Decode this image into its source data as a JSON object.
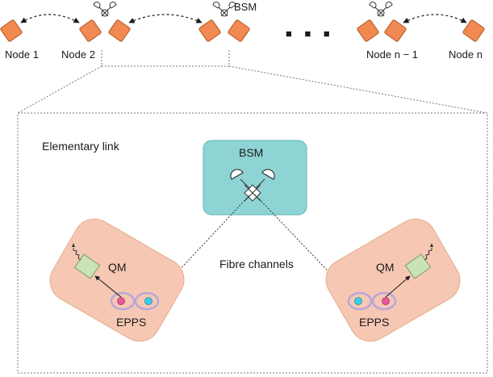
{
  "top_row": {
    "nodes": [
      "Node 1",
      "Node 2",
      "Node n − 1",
      "Node n"
    ],
    "bsm_label": "BSM",
    "ellipsis": "■ ■ ■"
  },
  "detail": {
    "title": "Elementary link",
    "bsm_label": "BSM",
    "fibre_label": "Fibre channels",
    "left_node": {
      "qm_label": "QM",
      "epps_label": "EPPS"
    },
    "right_node": {
      "qm_label": "QM",
      "epps_label": "EPPS"
    }
  },
  "colors": {
    "node_square": "#f08a52",
    "node_blob": "#f6c8b3",
    "bsm_box": "#8fd4d4",
    "qm_box": "#c9e3b4",
    "photon_pink": "#e5589a",
    "photon_cyan": "#3ad0e6",
    "epps_ring": "#b9a6d8"
  }
}
